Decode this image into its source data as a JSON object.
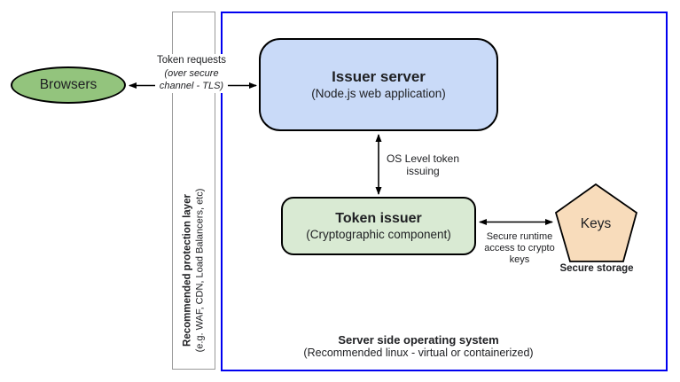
{
  "colors": {
    "browsers-fill": "#93c47d",
    "issuer-fill": "#c9daf8",
    "token-fill": "#d9ead3",
    "keys-fill": "#f8dcbb",
    "os-border": "#0000f0",
    "strip-border": "#999999",
    "line": "#000000",
    "text": "#202124"
  },
  "browsers": {
    "label": "Browsers"
  },
  "issuer_server": {
    "title": "Issuer server",
    "subtitle": "(Node.js web application)"
  },
  "token_issuer": {
    "title": "Token issuer",
    "subtitle": "(Cryptographic component)"
  },
  "keys": {
    "label": "Keys",
    "caption": "Secure storage"
  },
  "protection_layer": {
    "title": "Recommended protection layer",
    "subtitle": "(e.g. WAF, CDN, Load Balancers, etc)"
  },
  "os": {
    "title": "Server side operating system",
    "subtitle": "(Recommended linux - virtual or containerized)"
  },
  "labels": {
    "token_requests": {
      "line1": "Token requests",
      "line2": "(over secure",
      "line3": "channel - TLS)"
    },
    "os_level": {
      "line1": "OS Level token",
      "line2": "issuing"
    },
    "secure_runtime": {
      "line1": "Secure runtime",
      "line2": "access to crypto",
      "line3": "keys"
    }
  }
}
